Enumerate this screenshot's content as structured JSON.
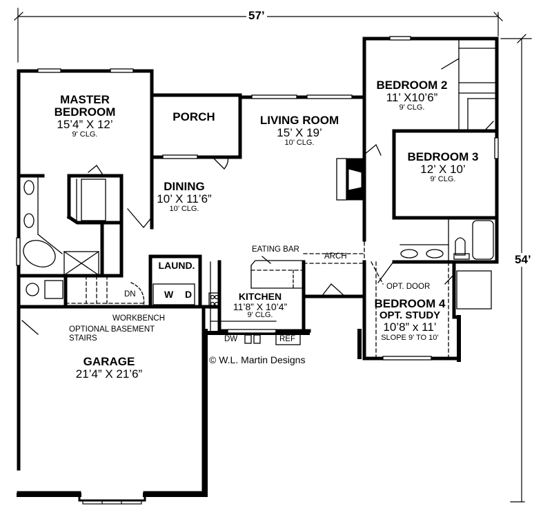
{
  "plan": {
    "overall_width": "57’",
    "overall_depth": "54’",
    "credit": "© W.L. Martin Designs"
  },
  "rooms": {
    "master": {
      "name_line1": "MASTER",
      "name_line2": "BEDROOM",
      "dim": "15’4” X 12’",
      "clg": "9' CLG."
    },
    "porch": {
      "name": "PORCH"
    },
    "living": {
      "name": "LIVING ROOM",
      "dim": "15’ X 19’",
      "clg": "10’ CLG."
    },
    "dining": {
      "name": "DINING",
      "dim": "10’ X 11’6”",
      "clg": "10’ CLG."
    },
    "bedroom2": {
      "name": "BEDROOM 2",
      "dim": "11’ X10’6”",
      "clg": "9' CLG."
    },
    "bedroom3": {
      "name": "BEDROOM 3",
      "dim": "12’ X 10’",
      "clg": "9' CLG."
    },
    "bedroom4": {
      "name": "BEDROOM 4",
      "subname": "OPT. STUDY",
      "dim": "10’8” x 11’",
      "clg": "SLOPE 9’ TO 10’"
    },
    "kitchen": {
      "name": "KITCHEN",
      "dim": "11’8” X 10’4”",
      "clg": "9' CLG."
    },
    "laundry": {
      "name": "LAUND."
    },
    "garage": {
      "name": "GARAGE",
      "dim": "21’4” X 21’6”"
    }
  },
  "notes": {
    "eating_bar": "EATING BAR",
    "arch": "ARCH",
    "opt_door": "OPT. DOOR",
    "workbench": "WORKBENCH",
    "basement_line1": "OPTIONAL BASEMENT",
    "basement_line2": "STAIRS",
    "down": "DN"
  },
  "appliances": {
    "washer": "W",
    "dryer": "D",
    "dishwasher": "DW",
    "refrigerator": "REF"
  }
}
